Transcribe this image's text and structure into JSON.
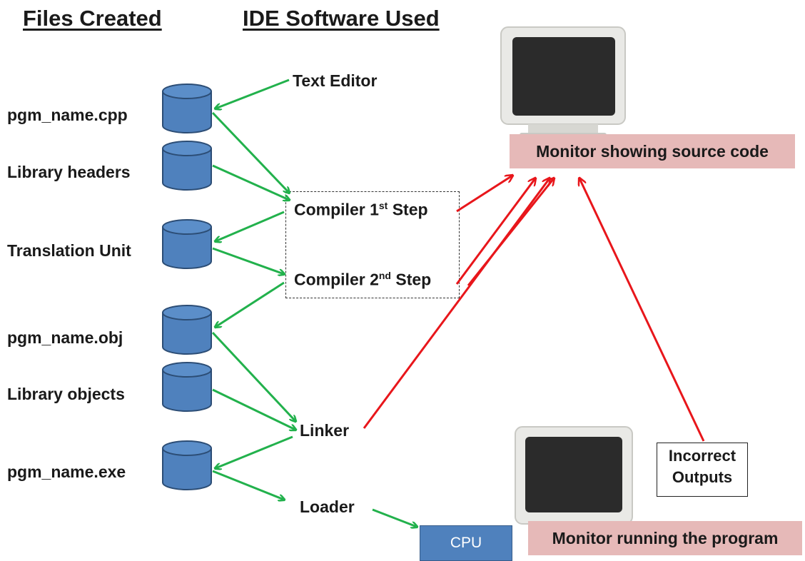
{
  "headings": {
    "files": "Files Created",
    "ide": "IDE Software Used"
  },
  "files": [
    {
      "label": "pgm_name.cpp"
    },
    {
      "label": "Library headers"
    },
    {
      "label": "Translation Unit"
    },
    {
      "label": "pgm_name.obj"
    },
    {
      "label": "Library objects"
    },
    {
      "label": "pgm_name.exe"
    }
  ],
  "tools": {
    "text_editor": "Text Editor",
    "compiler1": {
      "base": "Compiler 1",
      "sup": "st",
      "tail": " Step"
    },
    "compiler2": {
      "base": "Compiler 2",
      "sup": "nd",
      "tail": " Step"
    },
    "linker": "Linker",
    "loader": "Loader"
  },
  "monitors": {
    "source": "Monitor showing source code",
    "running": "Monitor running  the program"
  },
  "incorrect_outputs": {
    "line1": "Incorrect",
    "line2": "Outputs"
  },
  "cpu": "CPU",
  "colors": {
    "green_arrow": "#22b14c",
    "red_arrow": "#e8161b",
    "cylinder_fill": "#4f81bd",
    "cylinder_stroke": "#2c4d75",
    "label_bg": "#e6b9b8",
    "cpu_fill": "#4f81bd"
  }
}
